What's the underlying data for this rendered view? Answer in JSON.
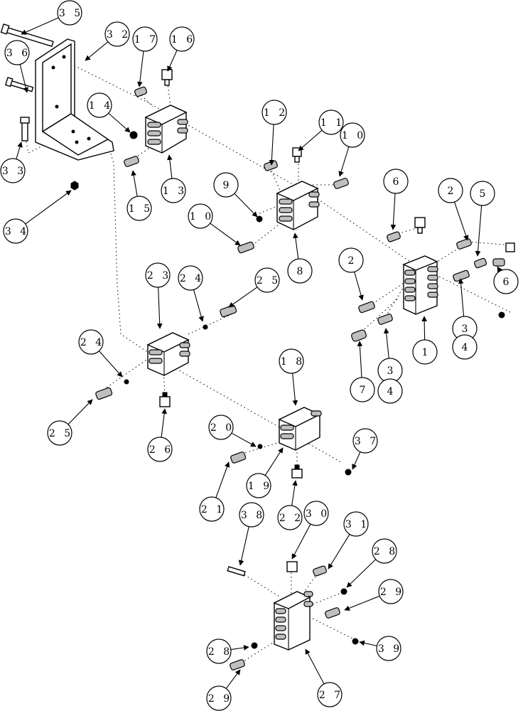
{
  "diagram": {
    "callouts": [
      {
        "label": "3 5"
      },
      {
        "label": "3 2"
      },
      {
        "label": "3 6"
      },
      {
        "label": "1 7"
      },
      {
        "label": "1 6"
      },
      {
        "label": "1 4"
      },
      {
        "label": "3 3"
      },
      {
        "label": "1 3"
      },
      {
        "label": "1 5"
      },
      {
        "label": "3 4"
      },
      {
        "label": "1 2"
      },
      {
        "label": "1 1"
      },
      {
        "label": "1 0"
      },
      {
        "label": "9"
      },
      {
        "label": "1 0"
      },
      {
        "label": "8"
      },
      {
        "label": "6"
      },
      {
        "label": "2"
      },
      {
        "label": "5"
      },
      {
        "label": "2"
      },
      {
        "label": "6"
      },
      {
        "label": "3"
      },
      {
        "label": "4"
      },
      {
        "label": "1"
      },
      {
        "label": "7"
      },
      {
        "label": "3"
      },
      {
        "label": "4"
      },
      {
        "label": "2 3"
      },
      {
        "label": "2 4"
      },
      {
        "label": "2 5"
      },
      {
        "label": "2 4"
      },
      {
        "label": "2 5"
      },
      {
        "label": "2 6"
      },
      {
        "label": "1 8"
      },
      {
        "label": "2 0"
      },
      {
        "label": "3 7"
      },
      {
        "label": "1 9"
      },
      {
        "label": "2 1"
      },
      {
        "label": "2 2"
      },
      {
        "label": "3 8"
      },
      {
        "label": "3 0"
      },
      {
        "label": "3 1"
      },
      {
        "label": "2 8"
      },
      {
        "label": "2 9"
      },
      {
        "label": "2 8"
      },
      {
        "label": "3 9"
      },
      {
        "label": "2 9"
      },
      {
        "label": "2 7"
      }
    ]
  }
}
